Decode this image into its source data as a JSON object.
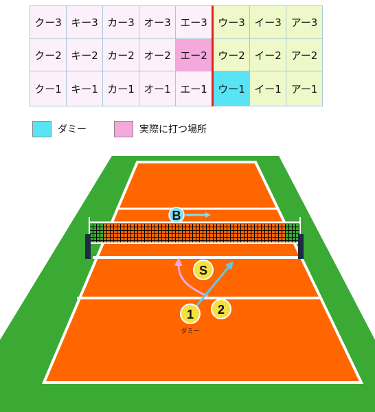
{
  "grid": {
    "rows": [
      [
        "クー3",
        "キー3",
        "カー3",
        "オー3",
        "エー3",
        "ウー3",
        "イー3",
        "アー3"
      ],
      [
        "クー2",
        "キー2",
        "カー2",
        "オー2",
        "エー2",
        "ウー2",
        "イー2",
        "アー2"
      ],
      [
        "クー1",
        "キー1",
        "カー1",
        "オー1",
        "エー1",
        "ウー1",
        "イー1",
        "アー1"
      ]
    ],
    "dummy_cell": "ウー1",
    "attack_cell": "エー2"
  },
  "legend": {
    "dummy": "ダミー",
    "attack": "実際に打つ場所"
  },
  "court": {
    "players": {
      "blocker": "B",
      "setter": "S",
      "player1": "1",
      "player2": "2"
    },
    "dummy_caption": "ダミー"
  },
  "colors": {
    "grass": "#3aaa35",
    "court": "#ff6600",
    "line": "#ffffff",
    "net": "#000000",
    "dummy": "#58e4f4",
    "attack": "#f4a8dc",
    "divider": "#e02020",
    "player_ball": "#f5e040",
    "blocker_ball": "#7de0f4"
  }
}
